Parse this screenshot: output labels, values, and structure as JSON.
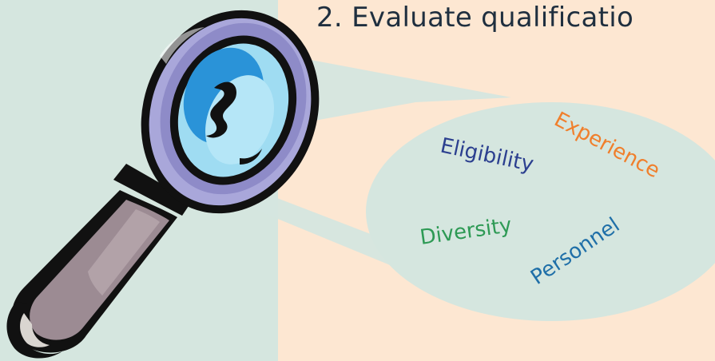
{
  "slide": {
    "heading": "2. Evaluate qualificatio",
    "keywords": {
      "experience": "Experience",
      "eligibility": "Eligibility",
      "diversity": "Diversity",
      "personnel": "Personnel"
    }
  },
  "colors": {
    "left_panel": "#d5e6df",
    "right_panel": "#fde7d2",
    "bubble": "#d5e6df",
    "experience": "#f07f2c",
    "eligibility": "#2b3f8f",
    "diversity": "#2e9a55",
    "personnel": "#1f6fa8"
  },
  "illustration": {
    "main_icon": "magnifying-glass-icon"
  }
}
